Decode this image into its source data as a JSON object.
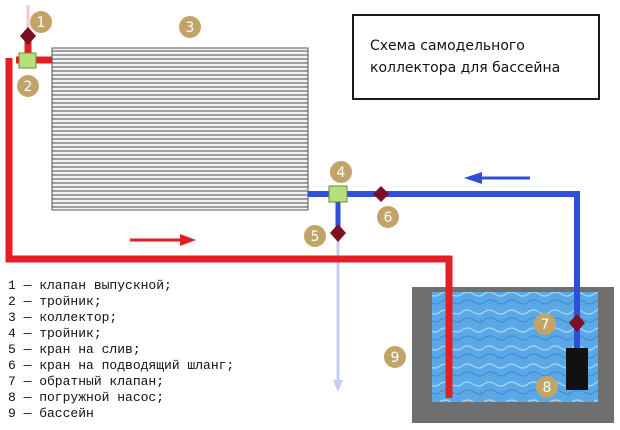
{
  "title": {
    "lines": [
      "Схема самодельного",
      "коллектора для бассейна"
    ]
  },
  "badges": {
    "b1": "1",
    "b2": "2",
    "b3": "3",
    "b4": "4",
    "b5": "5",
    "b6": "6",
    "b7": "7",
    "b8": "8",
    "b9": "9"
  },
  "legend": [
    "1 — клапан выпускной;",
    "2 — тройник;",
    "3 — коллектор;",
    "4 — тройник;",
    "5 — кран на слив;",
    "6 — кран на подводящий шланг;",
    "7 — обратный клапан;",
    "8 — погружной насос;",
    "9 — бассейн"
  ],
  "colors": {
    "hot_pipe": "#e31e24",
    "cold_pipe": "#2e4fd6",
    "badge": "#c3a468",
    "valve": "#7b1023",
    "tee": "#b5e07a",
    "pool_wall": "#6f6f6f",
    "water": "#5aa8e6"
  }
}
